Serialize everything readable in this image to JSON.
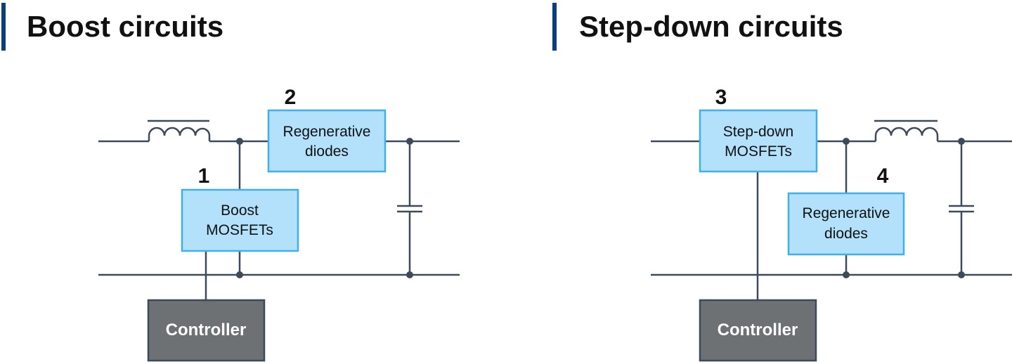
{
  "colors": {
    "accent_bar": "#0b3f78",
    "wire": "#3d4a5a",
    "block_fill": "#b3e0fb",
    "block_border": "#3fb0ec",
    "controller_fill": "#6e7173",
    "controller_text": "#ffffff"
  },
  "boost": {
    "title": "Boost circuits",
    "callout_1": "1",
    "callout_2": "2",
    "mosfet_line1": "Boost",
    "mosfet_line2": "MOSFETs",
    "diode_line1": "Regenerative",
    "diode_line2": "diodes",
    "controller": "Controller"
  },
  "stepdown": {
    "title": "Step-down circuits",
    "callout_3": "3",
    "callout_4": "4",
    "mosfet_line1": "Step-down",
    "mosfet_line2": "MOSFETs",
    "diode_line1": "Regenerative",
    "diode_line2": "diodes",
    "controller": "Controller"
  }
}
